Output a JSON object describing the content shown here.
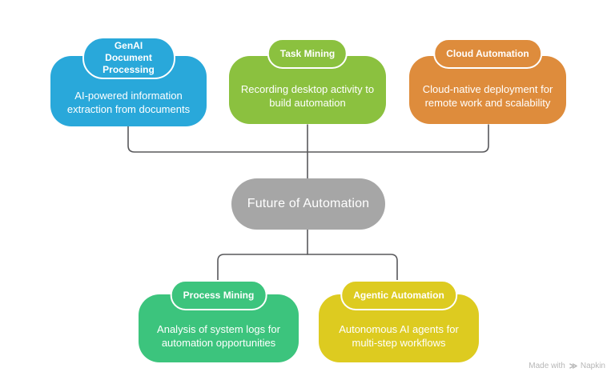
{
  "colors": {
    "blue": "#29A8DA",
    "green": "#8BC13F",
    "orange": "#DE8C3C",
    "teal": "#3CC47D",
    "yellow": "#DDCB20",
    "gray": "#A6A6A6",
    "connector": "#58585B"
  },
  "center": {
    "label": "Future of Automation"
  },
  "top_nodes": [
    {
      "title": "GenAI Document Processing",
      "description": "AI-powered information extraction from documents",
      "color_name": "blue"
    },
    {
      "title": "Task Mining",
      "description": "Recording desktop activity to build automation",
      "color_name": "green"
    },
    {
      "title": "Cloud Automation",
      "description": "Cloud-native deployment for remote work and scalability",
      "color_name": "orange"
    }
  ],
  "bottom_nodes": [
    {
      "title": "Process Mining",
      "description": "Analysis of system logs for automation opportunities",
      "color_name": "teal"
    },
    {
      "title": "Agentic Automation",
      "description": "Autonomous AI agents for multi-step workflows",
      "color_name": "yellow"
    }
  ],
  "watermark": {
    "prefix": "Made with",
    "brand": "Napkin",
    "logo_icon": "napkin-flash-icon"
  }
}
